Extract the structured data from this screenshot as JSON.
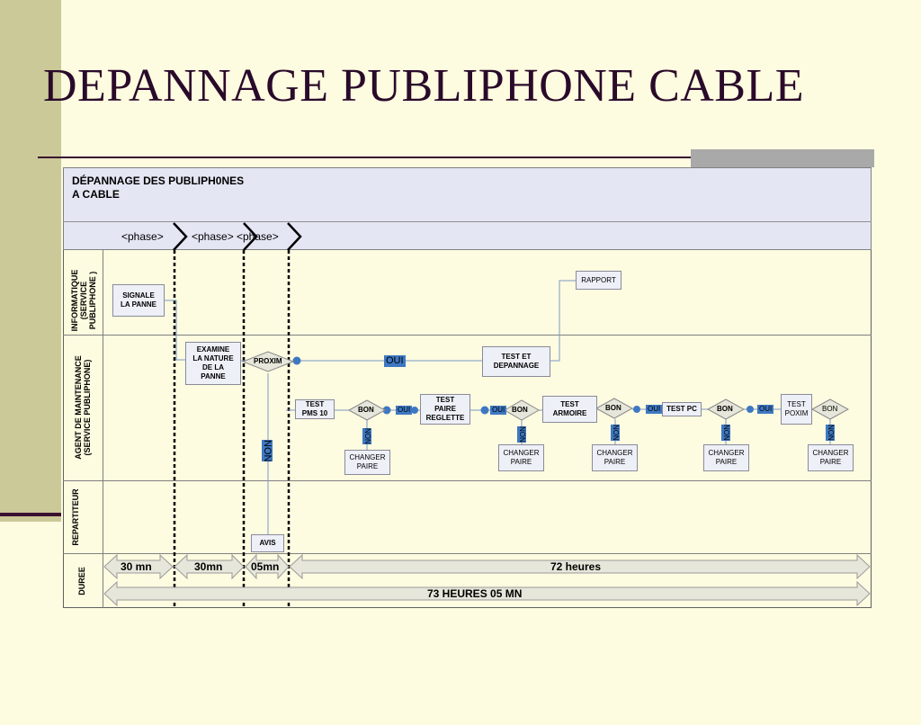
{
  "slide": {
    "title": "DEPANNAGE PUBLIPHONE CABLE"
  },
  "diagram": {
    "title": "DÉPANNAGE DES PUBLIPH0NES\n            A CABLE",
    "phases": [
      "<phase>",
      "<phase>",
      "<phase>"
    ]
  },
  "lanes": {
    "informatique": "INFORMATIQUE\n(SERVICE\nPUBLIPHONE )",
    "agent": "AGENT DE MAINTENANCE\n(SERVICE PUBLIPHONE)",
    "repartiteur": "REPARTITEUR",
    "duree": "DUREE"
  },
  "boxes": {
    "signale": "SIGNALE\nLA PANNE",
    "rapport": "RAPPORT",
    "examine": "EXAMINE\nLA NATURE\nDE LA\nPANNE",
    "test_depannage": "TEST  ET\nDEPANNAGE",
    "test_pms": "TEST\nPMS 10",
    "test_paire": "TEST\nPAIRE\nREGLETTE",
    "test_armoire": "TEST\nARMOIRE",
    "test_pc": "TEST PC",
    "test_poxim": "TEST\nPOXIM",
    "changer_paire": "CHANGER\nPAIRE",
    "avis": "AVIS"
  },
  "decisions": {
    "proxim": "PROXIM",
    "bon": "BON"
  },
  "flow_labels": {
    "oui": "OUI",
    "non": "NON"
  },
  "durations": {
    "d1": "30 mn",
    "d2": "30mn",
    "d3": "05mn",
    "d4": "72 heures",
    "total": "73 HEURES 05 MN"
  }
}
